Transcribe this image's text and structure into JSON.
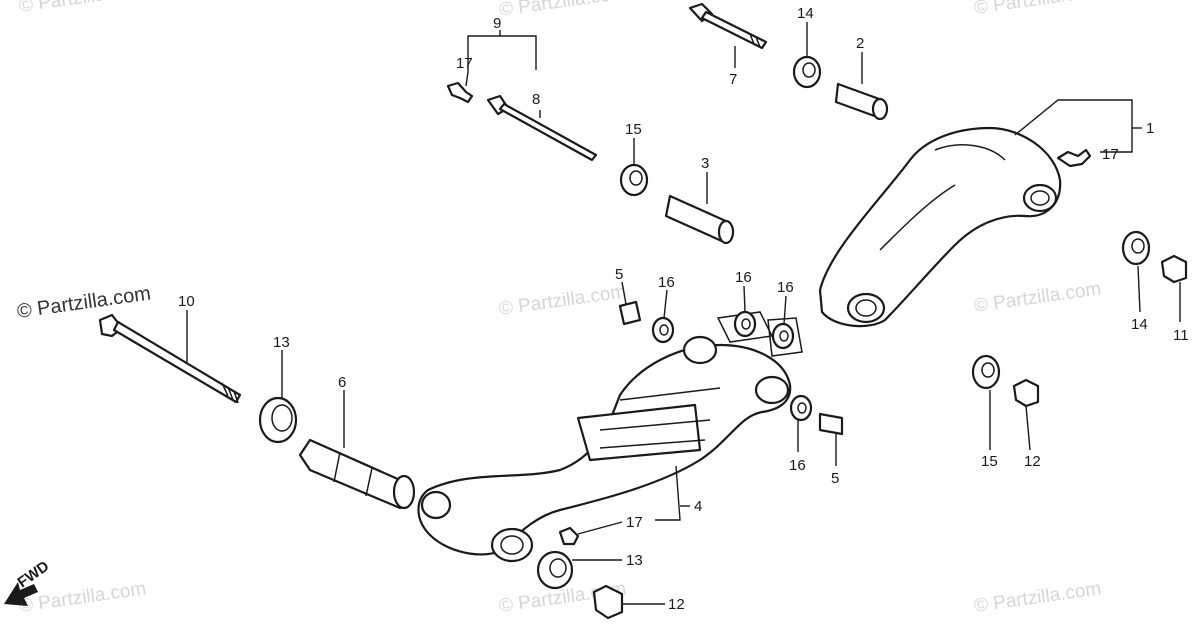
{
  "watermark": {
    "text": "© Partzilla.com",
    "color": "#d6d6d6",
    "accent_color": "#333333"
  },
  "direction_marker": {
    "label": "FWD",
    "icon": "forward-arrow-icon"
  },
  "callouts": {
    "c1": "1",
    "c2": "2",
    "c3": "3",
    "c4": "4",
    "c5a": "5",
    "c5b": "5",
    "c6": "6",
    "c7": "7",
    "c8": "8",
    "c9": "9",
    "c10": "10",
    "c11": "11",
    "c12a": "12",
    "c12b": "12",
    "c13a": "13",
    "c13b": "13",
    "c14a": "14",
    "c14b": "14",
    "c15a": "15",
    "c15b": "15",
    "c16a": "16",
    "c16b": "16",
    "c16c": "16",
    "c16d": "16",
    "c17a": "17",
    "c17b": "17",
    "c17c": "17"
  }
}
